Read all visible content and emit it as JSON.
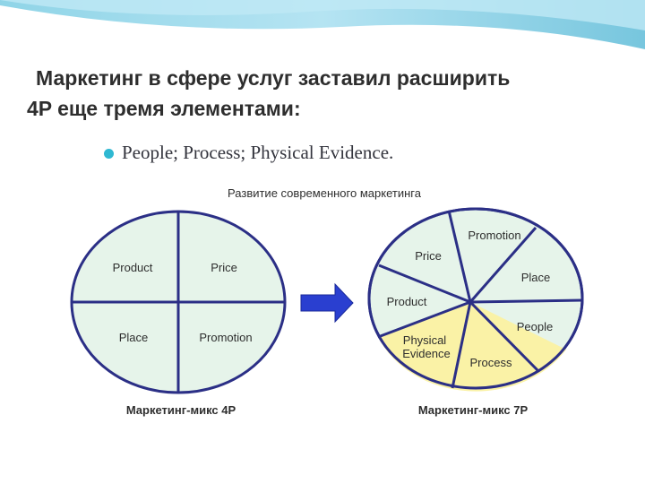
{
  "slide": {
    "title_line_1": "Маркетинг в сфере услуг заставил расширить",
    "title_line_2": "4P еще тремя элементами:",
    "bullet_text": "People;  Process;  Physical Evidence."
  },
  "diagram": {
    "heading": "Развитие современного маркетинга",
    "left_caption": "Маркетинг-микс 4Р",
    "right_caption": "Маркетинг-микс 7Р",
    "left_segments": [
      "Product",
      "Price",
      "Place",
      "Promotion"
    ],
    "right_segments": {
      "promotion": "Promotion",
      "price": "Price",
      "place": "Place",
      "product": "Product",
      "people": "People",
      "physical_line_1": "Physical",
      "physical_line_2": "Evidence",
      "process": "Process"
    }
  },
  "colors": {
    "outline": "#2b2f86",
    "original_4p_fill": "#e6f4ea",
    "new_3p_fill": "#faf2a6",
    "arrow": "#2a3fd0",
    "bullet": "#2fb8d2",
    "title_text": "#2e2e2e"
  }
}
